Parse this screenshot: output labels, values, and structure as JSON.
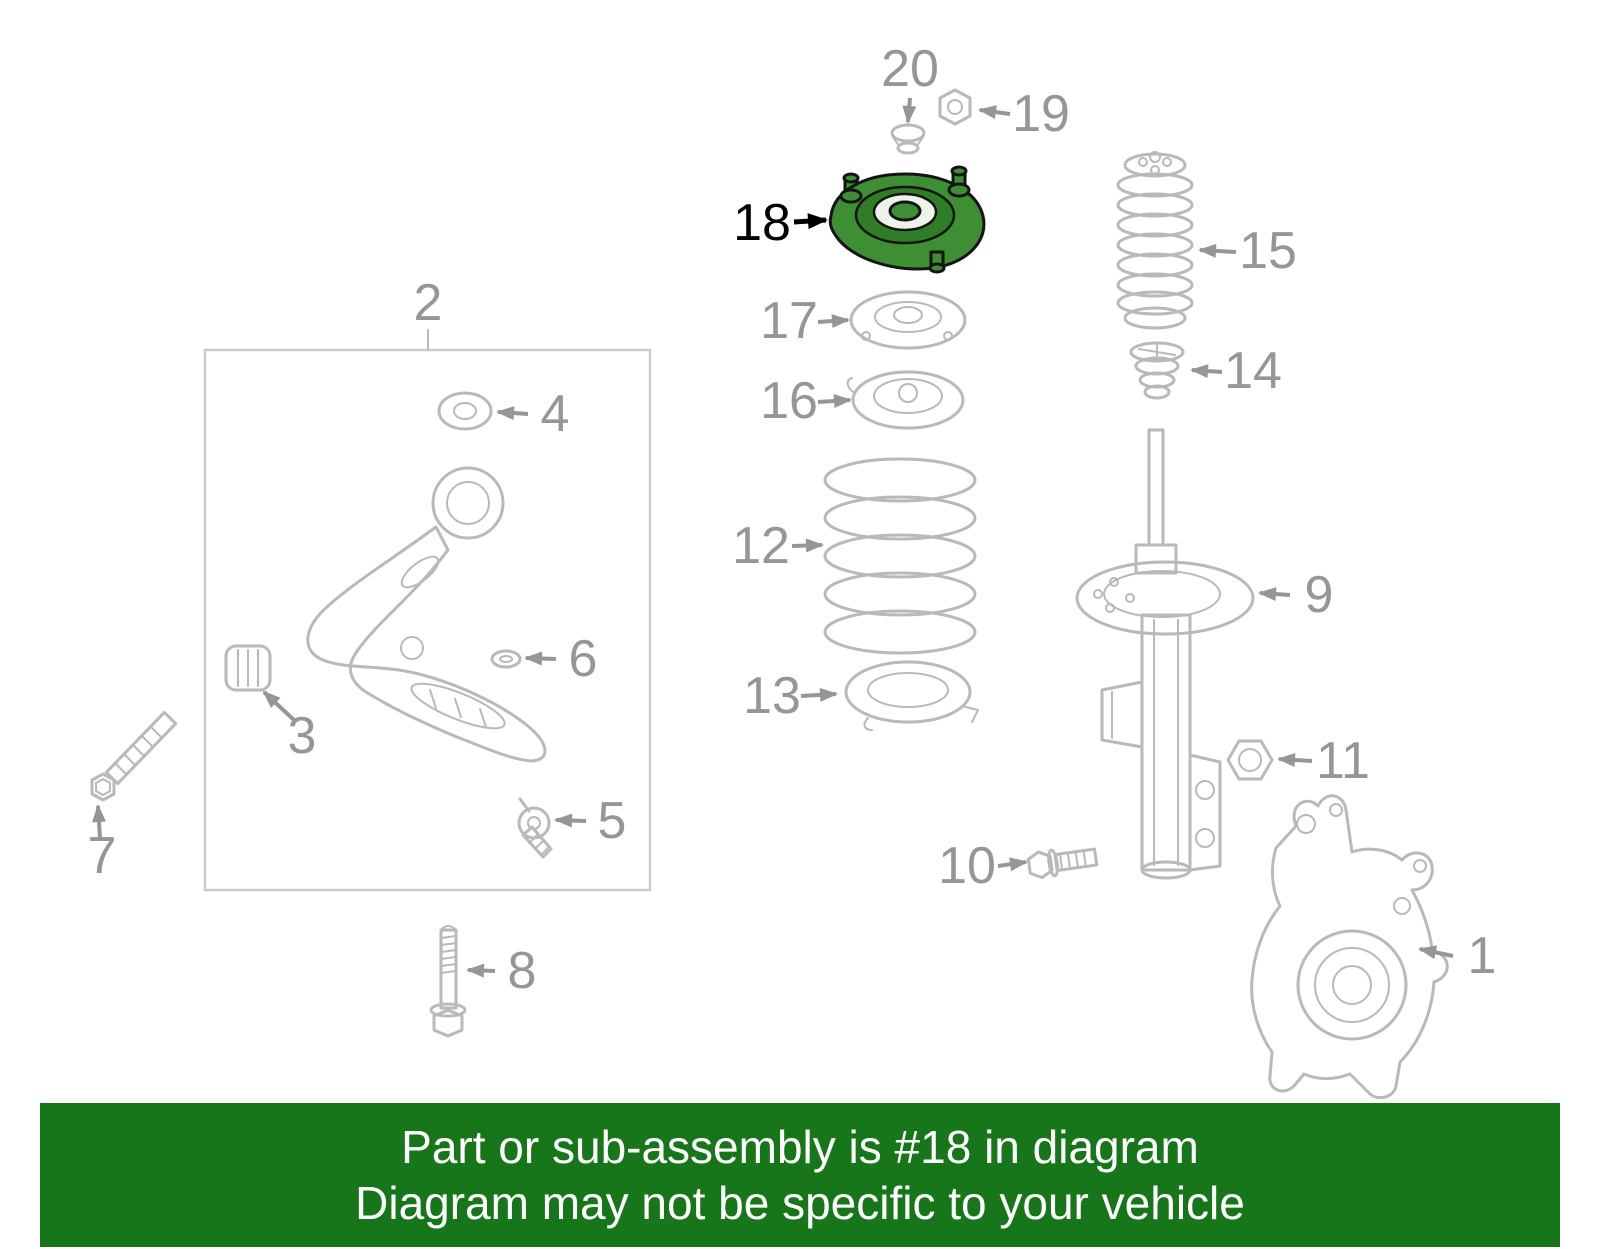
{
  "banner": {
    "line1": "Part or sub-assembly is #18 in diagram",
    "line2": "Diagram may not be specific to your vehicle"
  },
  "colors": {
    "banner_bg": "#177619",
    "banner_text": "#ffffff",
    "diagram_line": "#b9b9b9",
    "label_gray": "#969696",
    "highlight_fill": "#3e8e33",
    "highlight_fill_dark": "#2f7d26",
    "highlight_stroke": "#141414"
  },
  "highlighted_part": "18",
  "labels": {
    "l1": "1",
    "l2": "2",
    "l3": "3",
    "l4": "4",
    "l5": "5",
    "l6": "6",
    "l7": "7",
    "l8": "8",
    "l9": "9",
    "l10": "10",
    "l11": "11",
    "l12": "12",
    "l13": "13",
    "l14": "14",
    "l15": "15",
    "l16": "16",
    "l17": "17",
    "l18": "18",
    "l19": "19",
    "l20": "20"
  }
}
